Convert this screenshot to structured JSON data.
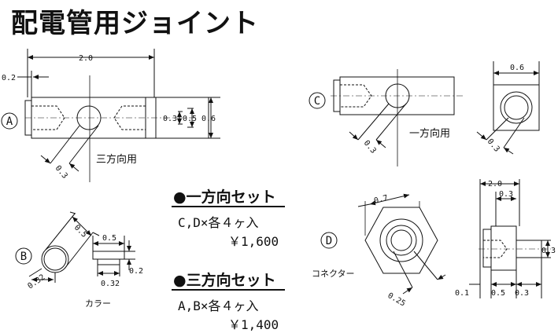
{
  "title": "配電管用ジョイント",
  "parts": {
    "A": {
      "marker": "A",
      "callout": "三方向用"
    },
    "B": {
      "marker": "B",
      "callout": "カラー"
    },
    "C": {
      "marker": "C",
      "callout": "一方向用"
    },
    "D": {
      "marker": "D",
      "callout": "コネクター"
    }
  },
  "dimensions": {
    "a_length": "2.0",
    "a_offset": "0.2",
    "a_hole": "0.3",
    "a_inner": "0.5",
    "a_outer": "0.6",
    "a_diag": "0.3",
    "b_diam": "0.5",
    "b_base": "0.32",
    "b_top": "0.5",
    "b_bottom": "0.32",
    "b_height": "0.2",
    "c_diag": "0.3",
    "c_width": "0.6",
    "c_width_diag": "0.3",
    "d_across": "0.7",
    "d_small": "0.25",
    "d_length": "2.0",
    "d_head": "0.3",
    "d_right": "0.3",
    "d_left": "0.1",
    "d_mid": "0.5",
    "d_end": "0.3"
  },
  "sets": [
    {
      "heading": "●一方向セット",
      "contents": "C,D×各４ヶ入",
      "price": "￥1,600"
    },
    {
      "heading": "●三方向セット",
      "contents": "A,B×各４ヶ入",
      "price": "￥1,400"
    }
  ]
}
